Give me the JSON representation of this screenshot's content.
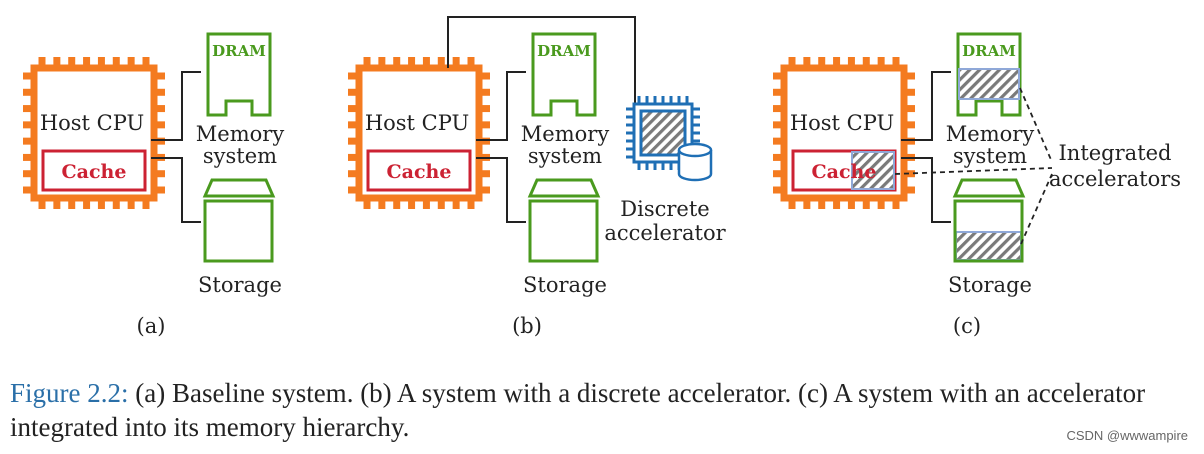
{
  "colors": {
    "cpu_orange": "#f47b20",
    "memory_green": "#4a9a1e",
    "cache_red": "#cc2233",
    "accelerator_blue": "#1f6fb5",
    "hatch_blue": "#8fa8d8",
    "caption_blue": "#2a6fa8",
    "wire": "#222222"
  },
  "panels": [
    {
      "id": "a",
      "cpu_label": "Host CPU",
      "cache_label": "Cache",
      "dram_label": "DRAM",
      "memory_label_line1": "Memory",
      "memory_label_line2": "system",
      "storage_label": "Storage",
      "panel_label": "(a)"
    },
    {
      "id": "b",
      "cpu_label": "Host CPU",
      "cache_label": "Cache",
      "dram_label": "DRAM",
      "memory_label_line1": "Memory",
      "memory_label_line2": "system",
      "storage_label": "Storage",
      "panel_label": "(b)",
      "accelerator_label_line1": "Discrete",
      "accelerator_label_line2": "accelerator"
    },
    {
      "id": "c",
      "cpu_label": "Host CPU",
      "cache_label": "Cache",
      "dram_label": "DRAM",
      "memory_label_line1": "Memory",
      "memory_label_line2": "system",
      "storage_label": "Storage",
      "panel_label": "(c)",
      "integrated_label_line1": "Integrated",
      "integrated_label_line2": "accelerators"
    }
  ],
  "caption": {
    "figure_number": "Figure 2.2:",
    "text": " (a) Baseline system. (b) A system with a discrete accelerator. (c) A system with an accelerator integrated into its memory hierarchy."
  },
  "watermark": "CSDN @wwwampire"
}
